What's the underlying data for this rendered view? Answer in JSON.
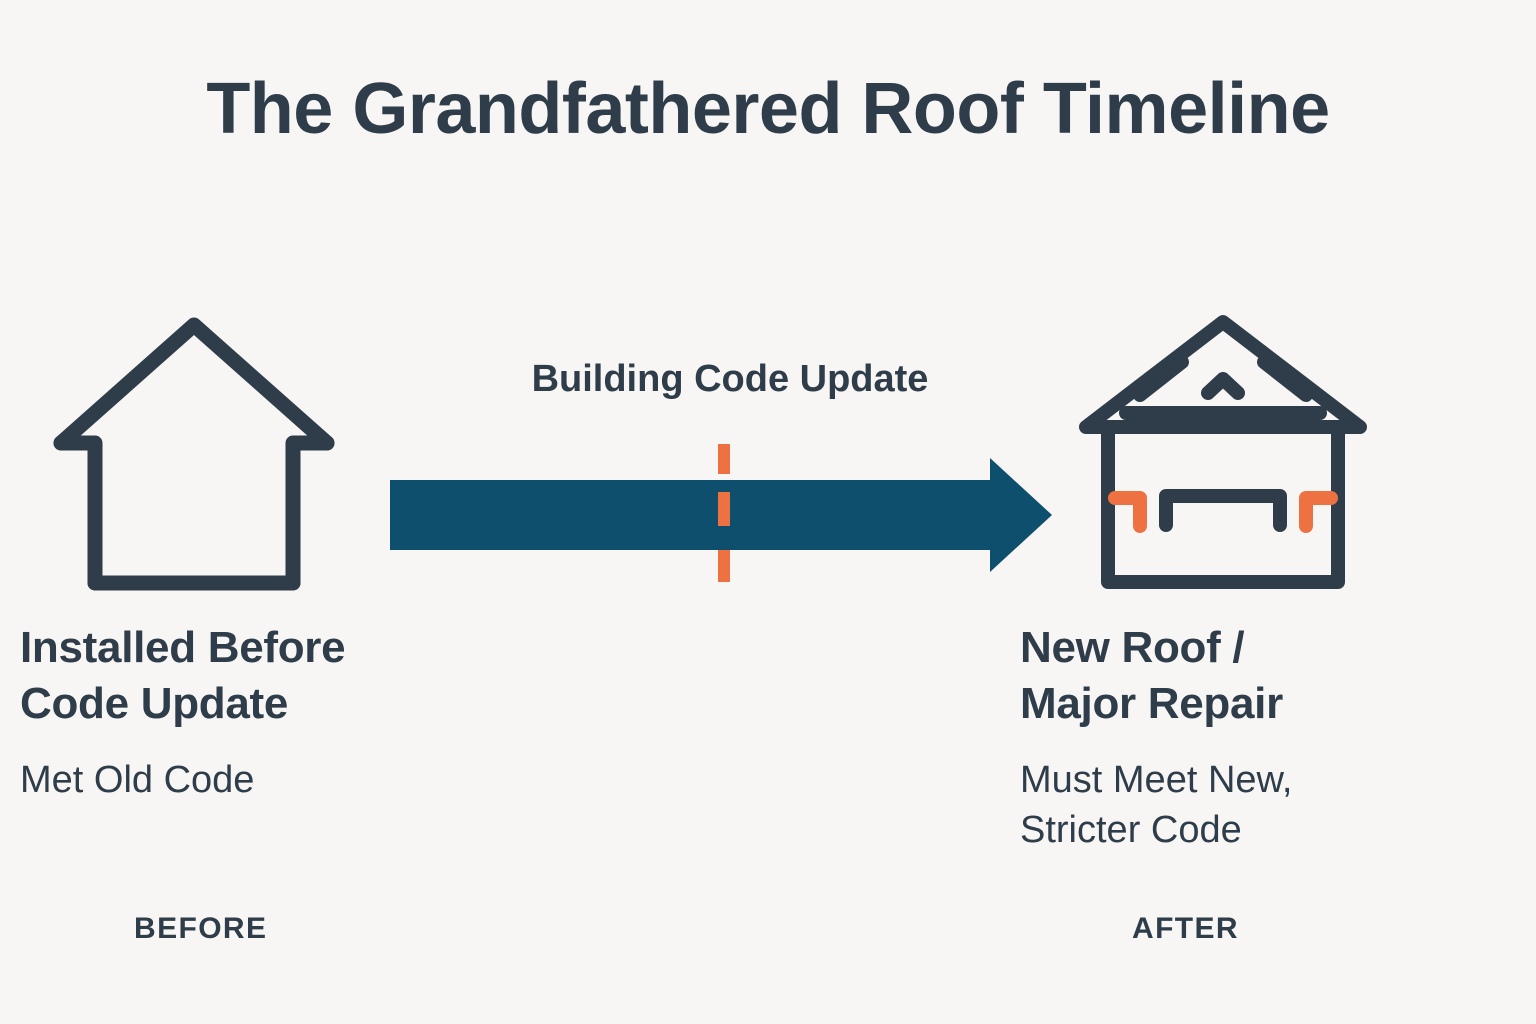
{
  "title": "The Grandfathered Roof Timeline",
  "colors": {
    "background": "#f7f6f4",
    "ink": "#2e3d49",
    "arrow_teal": "#0e4f6e",
    "accent_orange": "#ee7141"
  },
  "timeline": {
    "divider_label": "Building Code Update",
    "arrow_direction": "right",
    "divider_style": "dashed",
    "divider_dashes": 3
  },
  "stages": [
    {
      "id": "before",
      "icon": "house-outline-icon",
      "headline_line1": "Installed Before",
      "headline_line2": "Code Update",
      "sub_line1": "Met Old Code",
      "sub_line2": "",
      "tag": "BEFORE"
    },
    {
      "id": "after",
      "icon": "house-new-roof-icon",
      "headline_line1": "New Roof /",
      "headline_line2": "Major Repair",
      "sub_line1": "Must Meet New,",
      "sub_line2": "Stricter Code",
      "tag": "AFTER"
    }
  ]
}
